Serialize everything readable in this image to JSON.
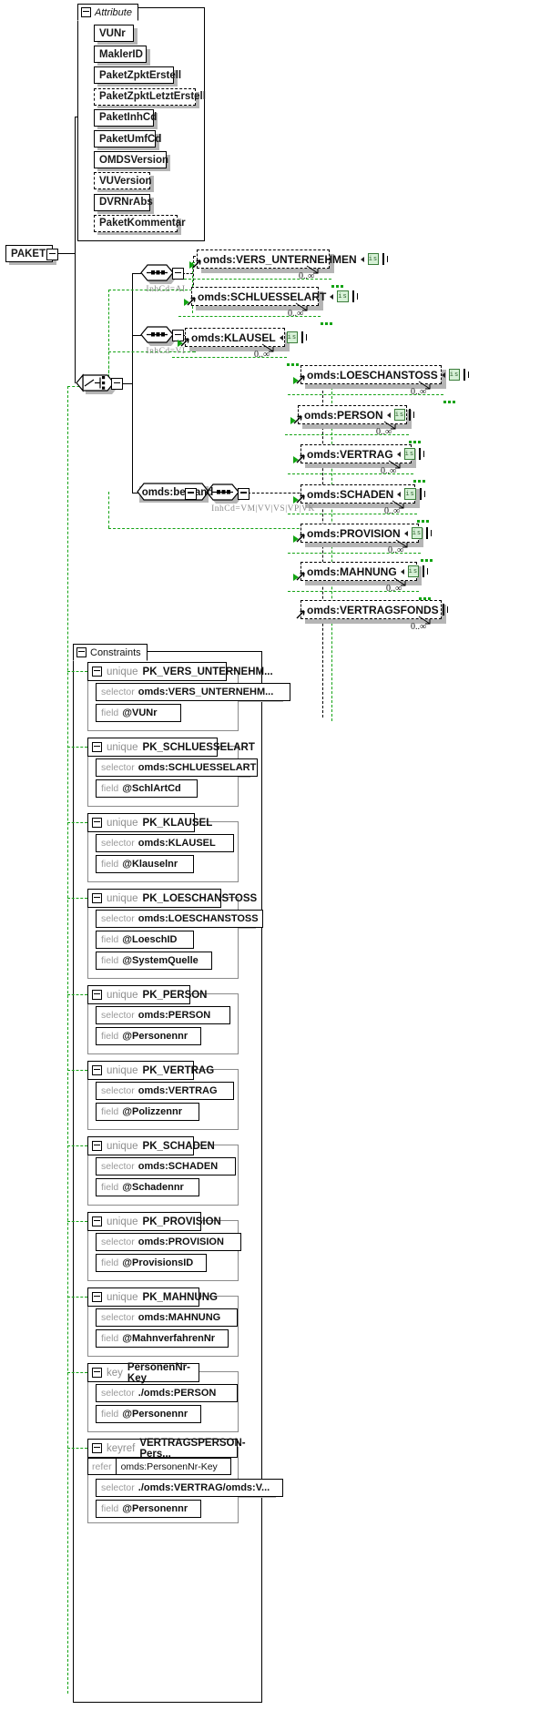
{
  "diagram": {
    "title": "PAKET",
    "root_label": "PAKET",
    "attribute_group_label": "Attribute",
    "constraints_group_label": "Constraints"
  },
  "attributes": [
    {
      "name": "VUNr",
      "optional": false
    },
    {
      "name": "MaklerID",
      "optional": false
    },
    {
      "name": "PaketZpktErstell",
      "optional": false
    },
    {
      "name": "PaketZpktLetztErstell",
      "optional": true
    },
    {
      "name": "PaketInhCd",
      "optional": false
    },
    {
      "name": "PaketUmfCd",
      "optional": false
    },
    {
      "name": "OMDSVersion",
      "optional": false
    },
    {
      "name": "VUVersion",
      "optional": true
    },
    {
      "name": "DVRNrAbs",
      "optional": false
    },
    {
      "name": "PaketKommentar",
      "optional": true
    }
  ],
  "branches": [
    {
      "id": "branch-ai",
      "compositor": "sequence",
      "annotation": "InhCd=AI",
      "elements": [
        {
          "name": "omds:VERS_UNTERNEHMEN",
          "badge": "is",
          "cardinality": "0..∞",
          "expandable": true
        },
        {
          "name": "omds:SCHLUESSELART",
          "badge": "is",
          "cardinality": "0..∞",
          "expandable": true
        }
      ]
    },
    {
      "id": "branch-vi",
      "compositor": "sequence",
      "annotation": "InhCd=VI",
      "elements": [
        {
          "name": "omds:KLAUSEL",
          "badge": "is",
          "cardinality": "0..∞",
          "expandable": true
        }
      ]
    },
    {
      "id": "branch-bestand",
      "compositor": "sequence",
      "group_name": "omds:bestand",
      "annotation": "InhCd=VM|VV|VS|VP|VK",
      "elements": [
        {
          "name": "omds:LOESCHANSTOSS",
          "badge": "is",
          "cardinality": "0..∞",
          "expandable": true
        },
        {
          "name": "omds:PERSON",
          "badge": "is",
          "cardinality": "0..∞",
          "expandable": true
        },
        {
          "name": "omds:VERTRAG",
          "badge": "is",
          "cardinality": "0..∞",
          "expandable": true
        },
        {
          "name": "omds:SCHADEN",
          "badge": "is",
          "cardinality": "0..∞",
          "expandable": true
        },
        {
          "name": "omds:PROVISION",
          "badge": "is",
          "cardinality": "0..∞",
          "expandable": true
        },
        {
          "name": "omds:MAHNUNG",
          "badge": "is",
          "cardinality": "0..∞",
          "expandable": true
        },
        {
          "name": "omds:VERTRAGSFONDS",
          "badge": "",
          "cardinality": "0..∞",
          "expandable": true
        }
      ]
    }
  ],
  "choice_node": {
    "type": "choice",
    "label": ""
  },
  "constraints": [
    {
      "kind": "unique",
      "name": "PK_VERS_UNTERNEHM...",
      "rows": [
        {
          "key": "selector",
          "value": "omds:VERS_UNTERNEHM..."
        },
        {
          "key": "field",
          "value": "@VUNr"
        }
      ]
    },
    {
      "kind": "unique",
      "name": "PK_SCHLUESSELART",
      "rows": [
        {
          "key": "selector",
          "value": "omds:SCHLUESSELART"
        },
        {
          "key": "field",
          "value": "@SchlArtCd"
        }
      ]
    },
    {
      "kind": "unique",
      "name": "PK_KLAUSEL",
      "rows": [
        {
          "key": "selector",
          "value": "omds:KLAUSEL"
        },
        {
          "key": "field",
          "value": "@Klauselnr"
        }
      ]
    },
    {
      "kind": "unique",
      "name": "PK_LOESCHANSTOSS",
      "rows": [
        {
          "key": "selector",
          "value": "omds:LOESCHANSTOSS"
        },
        {
          "key": "field",
          "value": "@LoeschID"
        },
        {
          "key": "field",
          "value": "@SystemQuelle"
        }
      ]
    },
    {
      "kind": "unique",
      "name": "PK_PERSON",
      "rows": [
        {
          "key": "selector",
          "value": "omds:PERSON"
        },
        {
          "key": "field",
          "value": "@Personennr"
        }
      ]
    },
    {
      "kind": "unique",
      "name": "PK_VERTRAG",
      "rows": [
        {
          "key": "selector",
          "value": "omds:VERTRAG"
        },
        {
          "key": "field",
          "value": "@Polizzennr"
        }
      ]
    },
    {
      "kind": "unique",
      "name": "PK_SCHADEN",
      "rows": [
        {
          "key": "selector",
          "value": "omds:SCHADEN"
        },
        {
          "key": "field",
          "value": "@Schadennr"
        }
      ]
    },
    {
      "kind": "unique",
      "name": "PK_PROVISION",
      "rows": [
        {
          "key": "selector",
          "value": "omds:PROVISION"
        },
        {
          "key": "field",
          "value": "@ProvisionsID"
        }
      ]
    },
    {
      "kind": "unique",
      "name": "PK_MAHNUNG",
      "rows": [
        {
          "key": "selector",
          "value": "omds:MAHNUNG"
        },
        {
          "key": "field",
          "value": "@MahnverfahrenNr"
        }
      ]
    },
    {
      "kind": "key",
      "name": "PersonenNr-Key",
      "rows": [
        {
          "key": "selector",
          "value": "./omds:PERSON"
        },
        {
          "key": "field",
          "value": "@Personennr"
        }
      ]
    },
    {
      "kind": "keyref",
      "name": "VERTRAGSPERSON-Pers...",
      "refer_label": "refer",
      "refer_value": "omds:PersonenNr-Key",
      "rows": [
        {
          "key": "selector",
          "value": "./omds:VERTRAG/omds:V..."
        },
        {
          "key": "field",
          "value": "@Personennr"
        }
      ]
    }
  ],
  "colors": {
    "green": "#13a313",
    "badge_bg": "#d6f0d6",
    "badge_border": "#3a7d3a",
    "shadow": "#b5b5b5",
    "muted": "#8e8e8e"
  }
}
